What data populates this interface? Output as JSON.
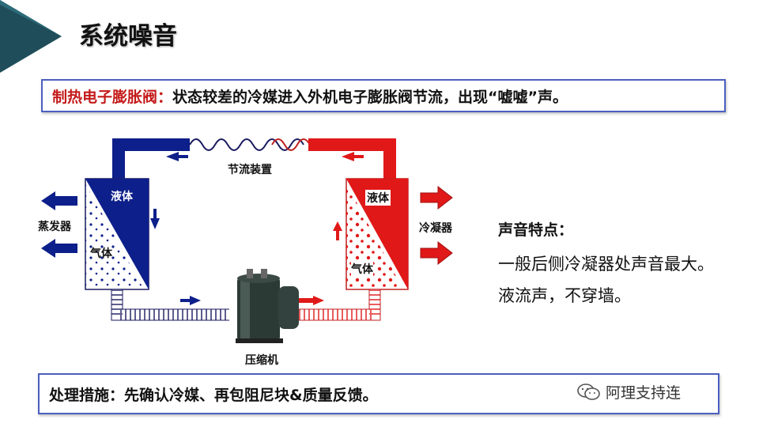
{
  "title": "系统噪音",
  "highlight": {
    "label": "制热电子膨胀阀：",
    "text": "状态较差的冷媒进入外机电子膨胀阀节流，出现“嘘嘘”声。"
  },
  "diagram": {
    "throttle_label": "节流装置",
    "evaporator_label": "蒸发器",
    "condenser_label": "冷凝器",
    "compressor_label": "压缩机",
    "left_liquid": "液体",
    "left_gas": "气体",
    "right_liquid": "液体",
    "right_gas": "气体",
    "colors": {
      "cold": "#0d1f8a",
      "hot": "#e01818"
    }
  },
  "sound": {
    "title": "声音特点：",
    "description": "一般后侧冷凝器处声音最大。液流声，不穿墙。"
  },
  "footer": {
    "text": "处理措施：先确认冷媒、再包阻尼块&质量反馈。"
  },
  "watermark": {
    "icon": "wechat-icon",
    "text": "阿理支持连"
  }
}
